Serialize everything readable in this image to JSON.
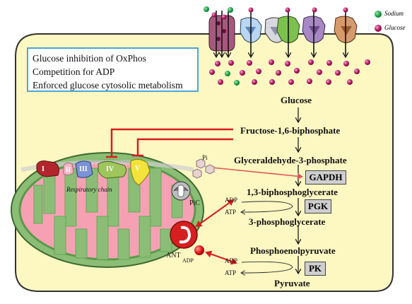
{
  "legend": {
    "sodium": "Sodium",
    "glucose": "Glucose",
    "colors": {
      "sodium": "#1ea34a",
      "glucose": "#b0155f"
    }
  },
  "infobox": {
    "lines": [
      "Glucose inhibition of  OxPhos",
      "Competition for ADP",
      "Enforced glucose cytosolic metabolism"
    ]
  },
  "pathway": {
    "glucose": "Glucose",
    "f16bp": "Fructose-1,6-biphosphate",
    "g3p": "Glyceraldehyde-3-phosphate",
    "bpg": "1,3-biphosphoglycerate",
    "pg3": "3-phosphoglycerate",
    "pep": "Phosphoenolpyruvate",
    "pyruvate": "Pyruvate"
  },
  "enzymes": {
    "gapdh": "GAPDH",
    "pgk": "PGK",
    "pk": "PK"
  },
  "cofactors": {
    "adp": "ADP",
    "atp": "ATP",
    "pi": "Pi"
  },
  "mito": {
    "complexes": [
      "I",
      "II",
      "III",
      "IV",
      "V"
    ],
    "resp_chain": "Respiratory chain",
    "pic": "PiC",
    "ant": "ANT",
    "ant_adp": "ADP"
  },
  "colors": {
    "cell_fill": "#fdf7c2",
    "cell_border": "#333333",
    "mito_outer": "#8bbd76",
    "mito_inner": "#f6a1b3",
    "inhibition": "#d61f1f",
    "complex_I": "#b3252d",
    "complex_II": "#f2b6c6",
    "complex_III": "#7b93d6",
    "complex_IV": "#9ec65a",
    "complex_V": "#f2e23a"
  }
}
